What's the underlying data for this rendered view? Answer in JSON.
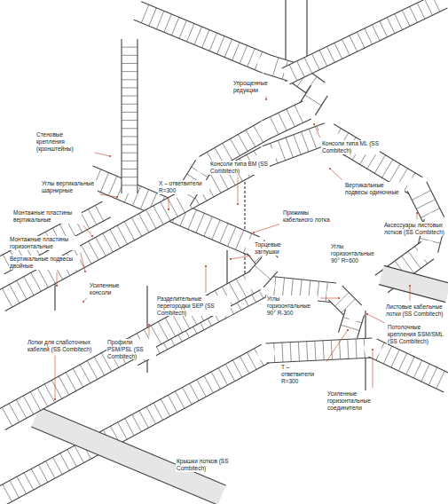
{
  "diagram": {
    "labels": [
      "Упрощенные редукции",
      "Стеновые крепления (кронштейны)",
      "Консоли типа BM (SS Combitech)",
      "Консоли типа ML (SS Combitech)",
      "Вертикальные подвесы одиночные",
      "X – ответвители R=300",
      "Углы вертикальные шарнирные",
      "Аксессуары листовых лотков (SS Combitech)",
      "Монтажные пластины вертикальные",
      "Прижимы кабельного лотка",
      "Торцевые заглушки",
      "Углы горизонтальные 90° R=600",
      "Монтажные пластины горизонтальные",
      "Вертикальные подвесы двойные",
      "Усиленные консоли",
      "Разделительные перегородки SEP (SS Combitech)",
      "Углы горизонтальные 90° R-300",
      "Листовые кабельные лотки (SS Combitech)",
      "Потолочные крепления SSM/SML (SS Combitech)",
      "Лотки для слаботочных кабелей (SS Combitech)",
      "Профили PSM/PSL (SS Combitech)",
      "Т – ответвители R=300",
      "Усиленные горизонтальные соединители",
      "Крышки лотков (SS Combitech)"
    ]
  }
}
